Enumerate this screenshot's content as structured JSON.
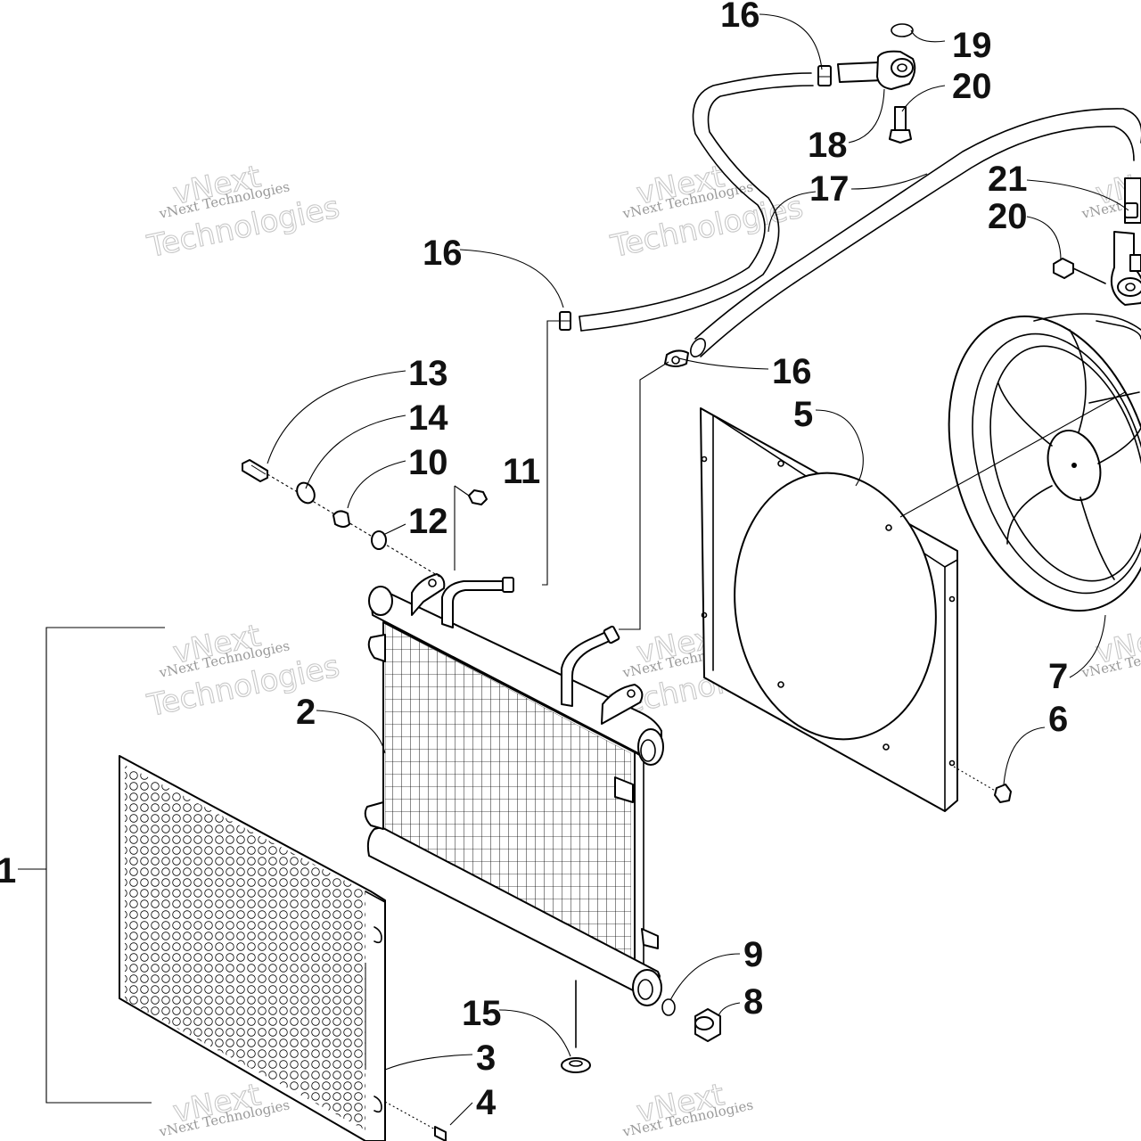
{
  "callouts": [
    {
      "id": "1",
      "text": "1"
    },
    {
      "id": "2",
      "text": "2"
    },
    {
      "id": "3",
      "text": "3"
    },
    {
      "id": "4",
      "text": "4"
    },
    {
      "id": "5",
      "text": "5"
    },
    {
      "id": "6",
      "text": "6"
    },
    {
      "id": "7",
      "text": "7"
    },
    {
      "id": "8",
      "text": "8"
    },
    {
      "id": "9",
      "text": "9"
    },
    {
      "id": "10",
      "text": "10"
    },
    {
      "id": "11",
      "text": "11"
    },
    {
      "id": "12",
      "text": "12"
    },
    {
      "id": "13",
      "text": "13"
    },
    {
      "id": "14",
      "text": "14"
    },
    {
      "id": "15",
      "text": "15"
    },
    {
      "id": "16",
      "text": "16"
    },
    {
      "id": "17",
      "text": "17"
    },
    {
      "id": "18",
      "text": "18"
    },
    {
      "id": "19",
      "text": "19"
    },
    {
      "id": "20",
      "text": "20"
    },
    {
      "id": "21",
      "text": "21"
    }
  ],
  "watermark": {
    "brand": "vNext",
    "line_small": "vNext Technologies",
    "line_big": "Technologies"
  }
}
